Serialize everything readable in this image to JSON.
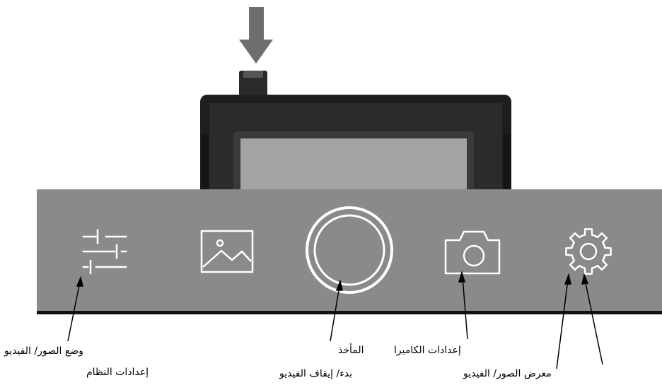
{
  "icons": {
    "sliders": "sliders-icon",
    "gallery": "image-icon",
    "shutter": "shutter-icon",
    "camera": "camera-icon",
    "gear": "gear-icon"
  },
  "colors": {
    "toolbar": "#8a8a8a",
    "toolbar_edge": "#111111",
    "device_body": "#1e1e1e",
    "device_screen": "#a3a3a3",
    "arrow": "#6e6e6e",
    "icon_stroke": "#ffffff"
  },
  "labels": {
    "video_photo_mode": "وضع الصور/ الفيديو",
    "system_settings": "إعدادات النظام",
    "capture": "المأخذ",
    "start_stop_video": "بدء/ إيقاف الفيديو",
    "camera_settings": "إعدادات الكاميرا",
    "gallery": "معرض الصور/ الفيديو"
  }
}
